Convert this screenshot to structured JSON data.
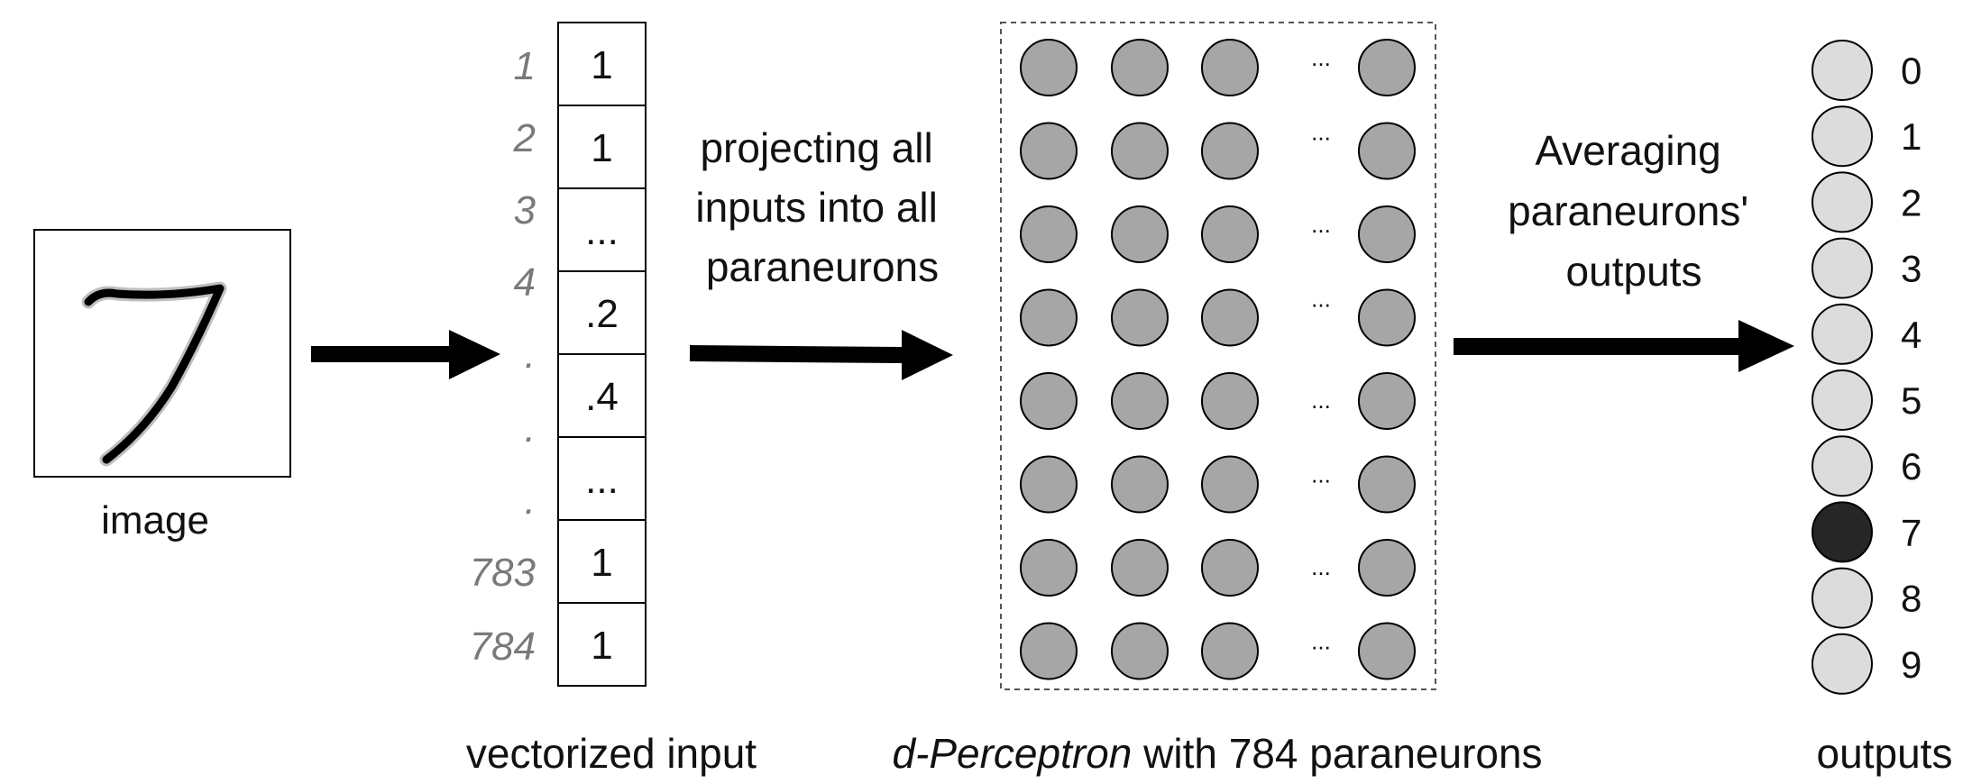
{
  "image_label": "image",
  "index_labels": [
    "1",
    "2",
    "3",
    "4",
    ".",
    ".",
    ".",
    "783",
    "784"
  ],
  "vector_cells": [
    "1",
    "1",
    "...",
    ".2",
    ".4",
    "...",
    "1",
    "1"
  ],
  "vector_caption": "vectorized input",
  "arrow_text_1": [
    "projecting all",
    "inputs into all",
    "paraneurons"
  ],
  "grid": {
    "rows": 8,
    "visible_cols": 4,
    "ellipsis": "..."
  },
  "perceptron_caption": {
    "italic": "d-Perceptron",
    "rest": " with 784 paraneurons"
  },
  "arrow_text_2": [
    "Averaging",
    "paraneurons'",
    "outputs"
  ],
  "output_labels": [
    "0",
    "1",
    "2",
    "3",
    "4",
    "5",
    "6",
    "7",
    "8",
    "9"
  ],
  "active_output": 7,
  "outputs_caption": "outputs",
  "colors": {
    "neuron_fill": "#a6a6a6",
    "output_fill": "#dcdcdc",
    "active_fill": "#262626",
    "index_text": "#7a7a7a",
    "arrow": "#000000"
  }
}
